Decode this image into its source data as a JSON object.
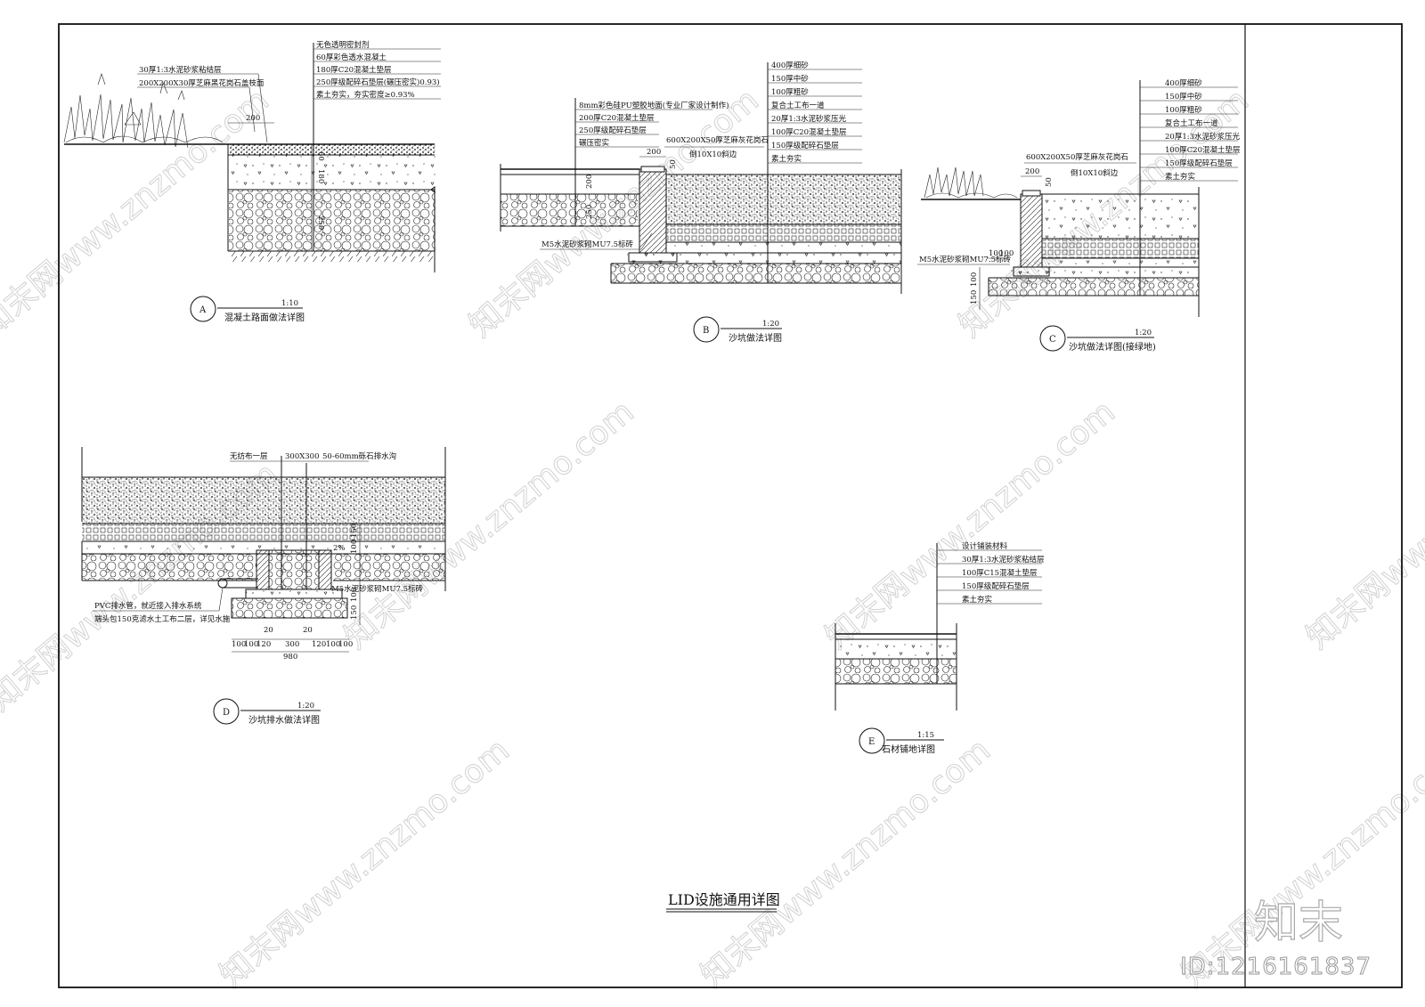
{
  "sheet_title": "LID设施通用详图",
  "watermark": {
    "site": "www.znzmo.com",
    "cn": "知末网",
    "brand": "知末",
    "id_label": "ID:1216161837"
  },
  "detail_a": {
    "marker": "A",
    "scale": "1:10",
    "caption": "混凝土路面做法详图",
    "layers": [
      "无色透明密封剂",
      "60厚彩色透水混凝土",
      "180厚C20混凝土垫层",
      "250厚级配碎石垫层(碾压密实)0.93)",
      "素土夯实，夯实密度≥0.93%"
    ],
    "left_notes": [
      "30厚1:3水泥砂浆粘结层",
      "200X200X30厚芝麻黑花岗石盖枝面"
    ],
    "dims": [
      "200",
      "60",
      "180",
      "250"
    ]
  },
  "detail_b": {
    "marker": "B",
    "scale": "1:20",
    "caption": "沙坑做法详图",
    "layers": [
      "400厚细砂",
      "150厚中砂",
      "100厚粗砂",
      "复合土工布一道",
      "20厚1:3水泥砂浆压光",
      "100厚C20混凝土垫层",
      "150厚级配碎石垫层",
      "素土夯实"
    ],
    "left_notes": [
      "8mm彩色硅PU塑胶地面(专业厂家设计制作)",
      "200厚C20混凝土垫层",
      "250厚级配碎石垫层",
      "碾压密实"
    ],
    "curb_note": "600X200X50厚芝麻灰花岗石",
    "chamfer_note": "倒10X10斜边",
    "brick_note": "M5水泥砂浆砌MU7.5标砖",
    "dims": [
      "200",
      "50",
      "200",
      "250"
    ]
  },
  "detail_c": {
    "marker": "C",
    "scale": "1:20",
    "caption": "沙坑做法详图(接绿地)",
    "layers": [
      "400厚细砂",
      "150厚中砂",
      "100厚粗砂",
      "复合土工布一道",
      "20厚1:3水泥砂浆压光",
      "100厚C20混凝土垫层",
      "150厚级配碎石垫层",
      "素土夯实"
    ],
    "curb_note": "600X200X50厚芝麻灰花岗石",
    "chamfer_note": "倒10X10斜边",
    "brick_note": "M5水泥砂浆砌MU7.5标砖",
    "dims": [
      "200",
      "50",
      "100",
      "100",
      "150",
      "100"
    ]
  },
  "detail_d": {
    "marker": "D",
    "scale": "1:20",
    "caption": "沙坑排水做法详图",
    "top_notes": [
      "无纺布一层",
      "300X300",
      "50-60mm砾石排水沟"
    ],
    "pipe_note_1": "PVC排水管，就近接入排水系统",
    "pipe_note_2": "端头包150克滤水土工布二层，详见水施",
    "brick_note": "M5水泥砂浆砌MU7.5标砖",
    "slope": "2%",
    "bottom_dims": [
      "100",
      "100",
      "120",
      "300",
      "120",
      "100",
      "100"
    ],
    "total_dim": "980",
    "small_dims": [
      "20",
      "20"
    ],
    "side_dims": [
      "150",
      "100",
      "150",
      "100"
    ]
  },
  "detail_e": {
    "marker": "E",
    "scale": "1:15",
    "caption": "石材铺地详图",
    "layers": [
      "设计铺装材料",
      "30厚1:3水泥砂浆粘结层",
      "100厚C15混凝土垫层",
      "150厚级配碎石垫层",
      "素土夯实"
    ]
  }
}
